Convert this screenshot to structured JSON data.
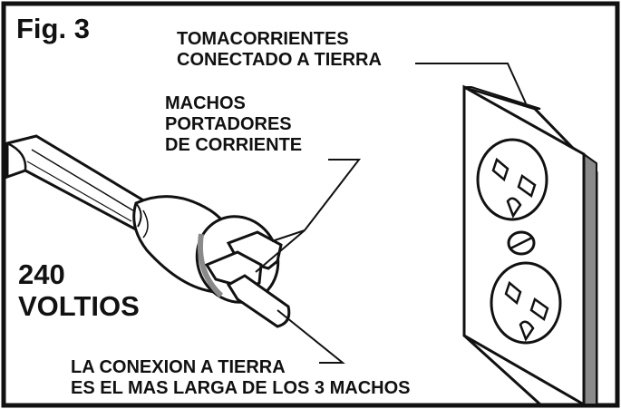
{
  "figure": {
    "label": "Fig. 3"
  },
  "labels": {
    "outlet": [
      "TOMACORRIENTES",
      "CONECTADO A TIERRA"
    ],
    "current_prongs": [
      "MACHOS",
      "PORTADORES",
      "DE CORRIENTE"
    ],
    "voltage": [
      "240",
      "VOLTIOS"
    ],
    "ground_prong": [
      "LA CONEXION A TIERRA",
      "ES EL MAS LARGA DE LOS 3 MACHOS"
    ]
  },
  "colors": {
    "line": "#111111",
    "shade": "#8a8a8a",
    "light": "#d8d8d8",
    "background": "#ffffff"
  }
}
